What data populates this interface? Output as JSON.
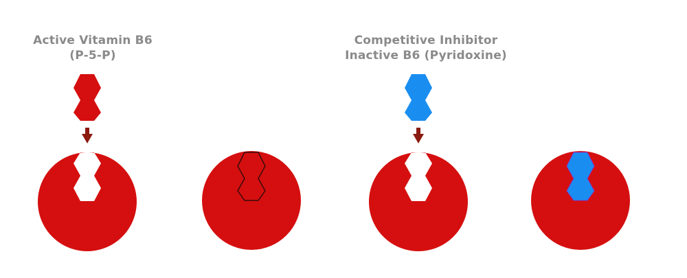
{
  "labels": {
    "active": {
      "line1": "Active Vitamin B6",
      "line2": "(P-5-P)"
    },
    "inhibitor": {
      "line1": "Competitive Inhibitor",
      "line2": "Inactive B6 (Pyridoxine)"
    }
  },
  "colors": {
    "enzyme": "#d50f0f",
    "active_molecule": "#d50f0f",
    "inhibitor_molecule": "#1a8ef0",
    "arrow": "#8b1a10",
    "label": "#8a8a8a"
  },
  "icons": {
    "arrow": "arrow-down-icon"
  }
}
